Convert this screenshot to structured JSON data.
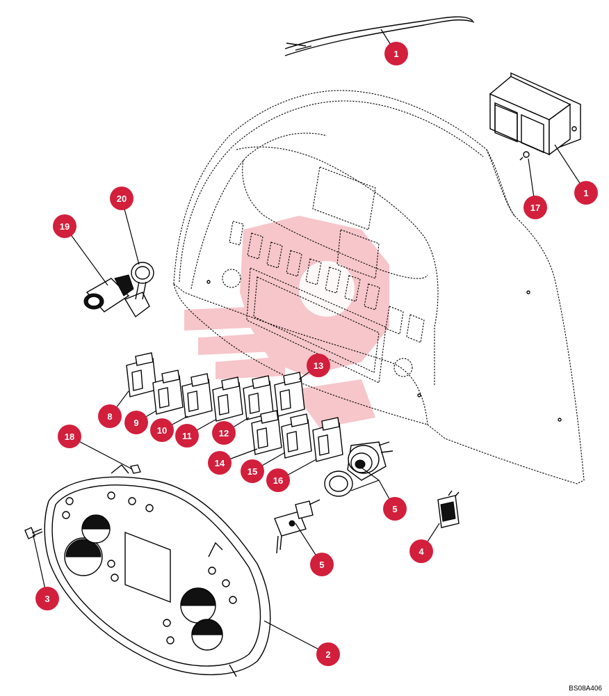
{
  "diagram_code": "BS08A406",
  "callouts": [
    {
      "label": "1"
    },
    {
      "label": "1"
    },
    {
      "label": "17"
    },
    {
      "label": "20"
    },
    {
      "label": "19"
    },
    {
      "label": "13"
    },
    {
      "label": "8"
    },
    {
      "label": "9"
    },
    {
      "label": "10"
    },
    {
      "label": "11"
    },
    {
      "label": "12"
    },
    {
      "label": "18"
    },
    {
      "label": "14"
    },
    {
      "label": "15"
    },
    {
      "label": "16"
    },
    {
      "label": "5"
    },
    {
      "label": "5"
    },
    {
      "label": "4"
    },
    {
      "label": "3"
    },
    {
      "label": "2"
    }
  ],
  "colors": {
    "callout_fill": "#d21f3c",
    "watermark": "#f2a5ad"
  }
}
